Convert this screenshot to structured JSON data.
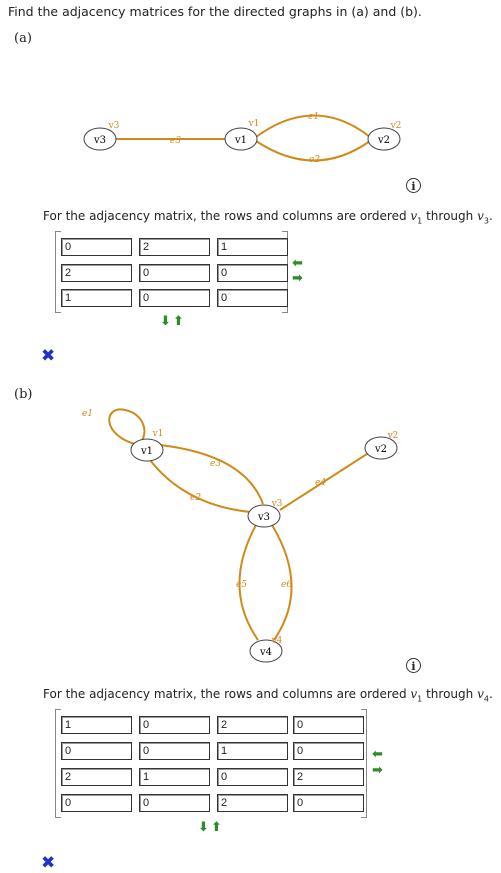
{
  "prompt": "Find the adjacency matrices for the directed graphs in (a) and (b).",
  "part_a": {
    "label": "(a)",
    "info_icon": "i",
    "order_text": "For the adjacency matrix, the rows and columns are ordered",
    "order_from": "v",
    "order_from_sub": "1",
    "order_through": "through",
    "order_to": "v",
    "order_to_sub": "3",
    "order_end": ".",
    "matrix": [
      [
        "0",
        "2",
        "1"
      ],
      [
        "2",
        "0",
        "0"
      ],
      [
        "1",
        "0",
        "0"
      ]
    ],
    "result_icon": "✖",
    "graph": {
      "nodes": [
        {
          "id": "v1",
          "label": "v1",
          "corner": "v1"
        },
        {
          "id": "v2",
          "label": "v2",
          "corner": "v2"
        },
        {
          "id": "v3",
          "label": "v3",
          "corner": "v3"
        }
      ],
      "edges": [
        {
          "id": "e1",
          "label": "e1",
          "from": "v1",
          "to": "v2"
        },
        {
          "id": "e2",
          "label": "e2",
          "from": "v1",
          "to": "v2"
        },
        {
          "id": "e3",
          "label": "e3",
          "from": "v3",
          "to": "v1"
        }
      ]
    }
  },
  "part_b": {
    "label": "(b)",
    "info_icon": "i",
    "order_text": "For the adjacency matrix, the rows and columns are ordered",
    "order_from": "v",
    "order_from_sub": "1",
    "order_through": "through",
    "order_to": "v",
    "order_to_sub": "4",
    "order_end": ".",
    "matrix": [
      [
        "1",
        "0",
        "2",
        "0"
      ],
      [
        "0",
        "0",
        "1",
        "0"
      ],
      [
        "2",
        "1",
        "0",
        "2"
      ],
      [
        "0",
        "0",
        "2",
        "0"
      ]
    ],
    "result_icon": "✖",
    "graph": {
      "nodes": [
        {
          "id": "v1",
          "label": "v1",
          "corner": "v1"
        },
        {
          "id": "v2",
          "label": "v2",
          "corner": "v2"
        },
        {
          "id": "v3",
          "label": "v3",
          "corner": "v3"
        },
        {
          "id": "v4",
          "label": "v4",
          "corner": "v4"
        }
      ],
      "edges": [
        {
          "id": "e1",
          "label": "e1",
          "from": "v1",
          "to": "v1"
        },
        {
          "id": "e2",
          "label": "e2",
          "from": "v1",
          "to": "v3"
        },
        {
          "id": "e3",
          "label": "e3",
          "from": "v1",
          "to": "v3"
        },
        {
          "id": "e4",
          "label": "e4",
          "from": "v2",
          "to": "v3"
        },
        {
          "id": "e5",
          "label": "e5",
          "from": "v3",
          "to": "v4"
        },
        {
          "id": "e6",
          "label": "e6",
          "from": "v3",
          "to": "v4"
        }
      ]
    }
  },
  "colors": {
    "edge": "#d08a1a",
    "node_border": "#444",
    "check_arrow": "#2e8b2e",
    "x_mark": "#2430c8"
  },
  "arrow_icons": {
    "left": "left-arrow-icon",
    "right": "right-arrow-icon",
    "down": "down-arrow-icon",
    "up": "up-arrow-icon"
  }
}
